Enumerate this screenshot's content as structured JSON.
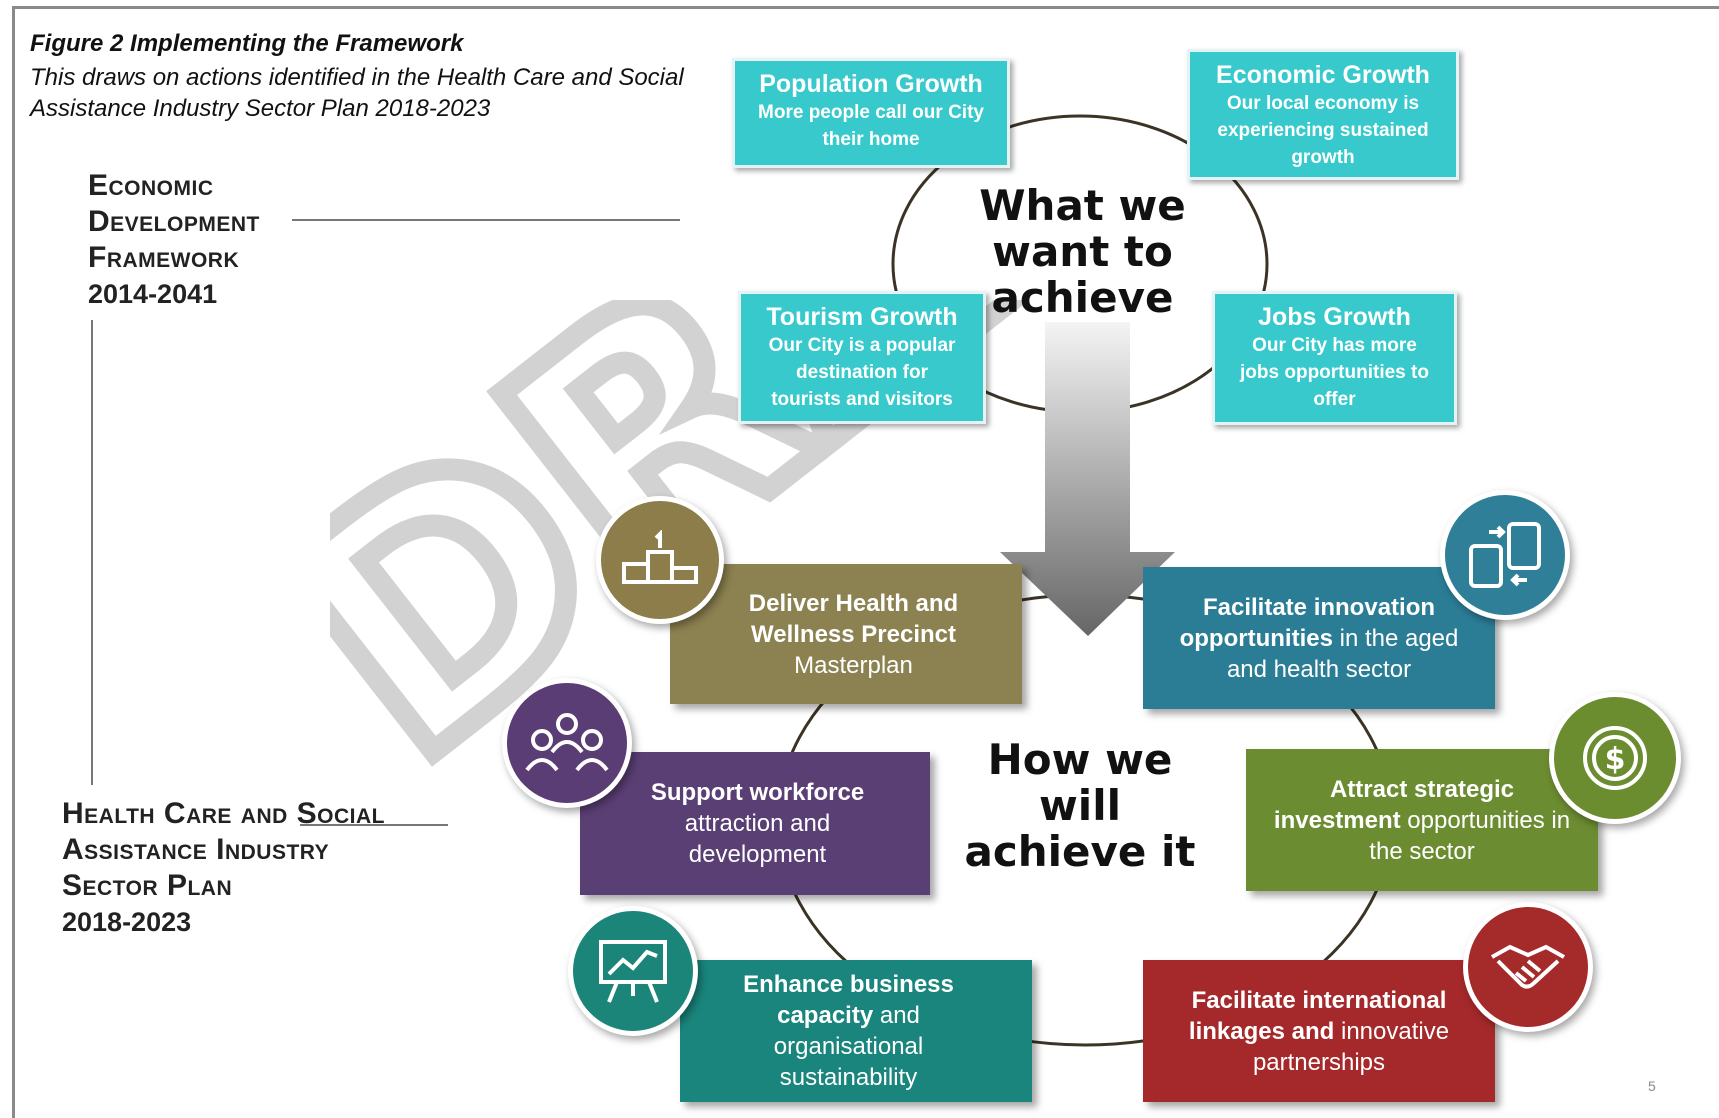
{
  "figure": {
    "title": "Figure 2 Implementing the Framework",
    "subtitle": "This draws on actions identified in the Health Care and Social Assistance Industry Sector Plan 2018-2023"
  },
  "edf": {
    "label": "Economic Development Framework",
    "years": "2014-2041"
  },
  "hcsa": {
    "label": "Health Care and Social Assistance Industry Sector Plan",
    "years": "2018-2023"
  },
  "want": {
    "heading": "What we want to achieve",
    "goals": [
      {
        "title": "Population Growth",
        "body": "More people call our City their home"
      },
      {
        "title": "Economic Growth",
        "body": "Our local economy is experiencing sustained growth"
      },
      {
        "title": "Tourism Growth",
        "body": "Our City is a popular destination for tourists and visitors"
      },
      {
        "title": "Jobs Growth",
        "body": "Our City has more jobs opportunities to offer"
      }
    ]
  },
  "how": {
    "heading": "How we will achieve it",
    "actions": [
      {
        "bold": "Deliver Health and Wellness Precinct",
        "rest": "Masterplan",
        "color": "#8c8150",
        "icon": "podium-icon",
        "iconColor": "#8c7d4a"
      },
      {
        "bold": "Facilitate innovation opportunities",
        "rest": "in the aged and health sector",
        "color": "#2b7d96",
        "icon": "devices-icon",
        "iconColor": "#2e7f97"
      },
      {
        "bold": "Support workforce",
        "rest": "attraction and development",
        "color": "#5a3f74",
        "icon": "team-icon",
        "iconColor": "#5b3d75"
      },
      {
        "bold": "Attract strategic investment",
        "rest": "opportunities in the sector",
        "color": "#6c8c31",
        "icon": "dollar-coin-icon",
        "iconColor": "#6b8d30"
      },
      {
        "bold": "Enhance business capacity",
        "rest": "and organisational sustainability",
        "color": "#1a857c",
        "icon": "chart-board-icon",
        "iconColor": "#1c857a"
      },
      {
        "bold": "Facilitate international linkages and",
        "rest": "innovative partnerships",
        "color": "#a5282a",
        "icon": "handshake-icon",
        "iconColor": "#a52a2a"
      }
    ]
  },
  "watermark": "DRAFT",
  "page_number": "5"
}
